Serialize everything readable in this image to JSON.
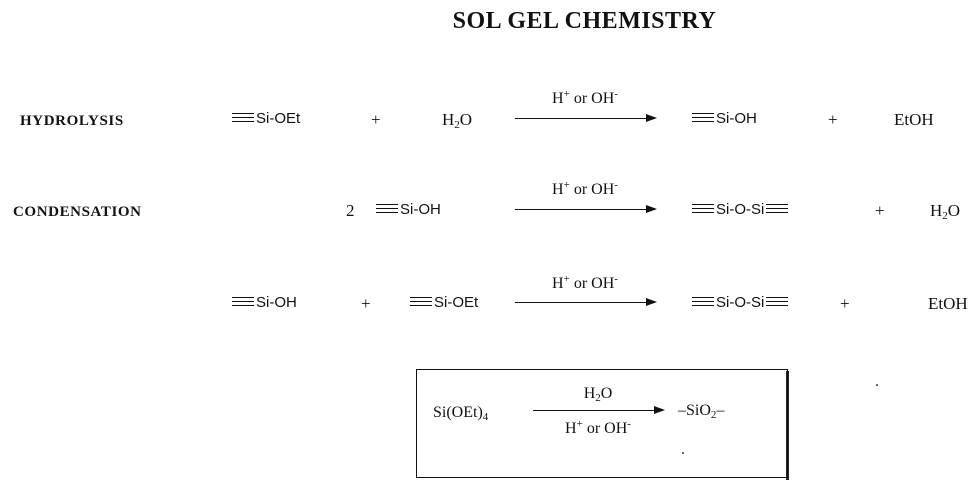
{
  "title": "SOL GEL CHEMISTRY",
  "labels": {
    "hydrolysis": "HYDROLYSIS",
    "condensation": "CONDENSATION"
  },
  "reactions": {
    "hydrolysis": {
      "reactant1": "Si-OEt",
      "plus1": "+",
      "reactant2_main": "H",
      "reactant2_sub": "2",
      "reactant2_tail": "O",
      "catalyst": "H",
      "catalyst_sup": "+",
      "catalyst_mid": " or OH",
      "catalyst_sup2": "-",
      "product1": "Si-OH",
      "plus2": "+",
      "product2": "EtOH"
    },
    "condensation1": {
      "coef": "2",
      "reactant1": "Si-OH",
      "catalyst": "H",
      "catalyst_sup": "+",
      "catalyst_mid": " or OH",
      "catalyst_sup2": "-",
      "product1": "Si-O-Si",
      "plus": "+",
      "product2_main": "H",
      "product2_sub": "2",
      "product2_tail": "O"
    },
    "condensation2": {
      "reactant1": "Si-OH",
      "plus1": "+",
      "reactant2": "Si-OEt",
      "catalyst": "H",
      "catalyst_sup": "+",
      "catalyst_mid": " or OH",
      "catalyst_sup2": "-",
      "product1": "Si-O-Si",
      "plus2": "+",
      "product2": "EtOH"
    },
    "overall": {
      "reactant_main": "Si(OEt)",
      "reactant_sub": "4",
      "top_main": "H",
      "top_sub": "2",
      "top_tail": "O",
      "bottom": "H",
      "bottom_sup": "+",
      "bottom_mid": " or OH",
      "bottom_sup2": "-",
      "product_pre": "–SiO",
      "product_sub": "2",
      "product_tail": "–"
    }
  }
}
